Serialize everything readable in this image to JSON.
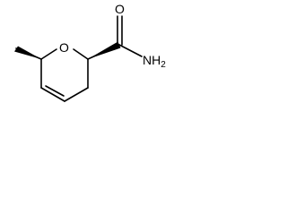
{
  "molecule": {
    "atom_labels": {
      "ring_oxygen": "O",
      "carbonyl_oxygen": "O",
      "amine": "NH",
      "amine_subscript": "2"
    },
    "ink_color": "#000000",
    "background_color": "#ffffff"
  }
}
